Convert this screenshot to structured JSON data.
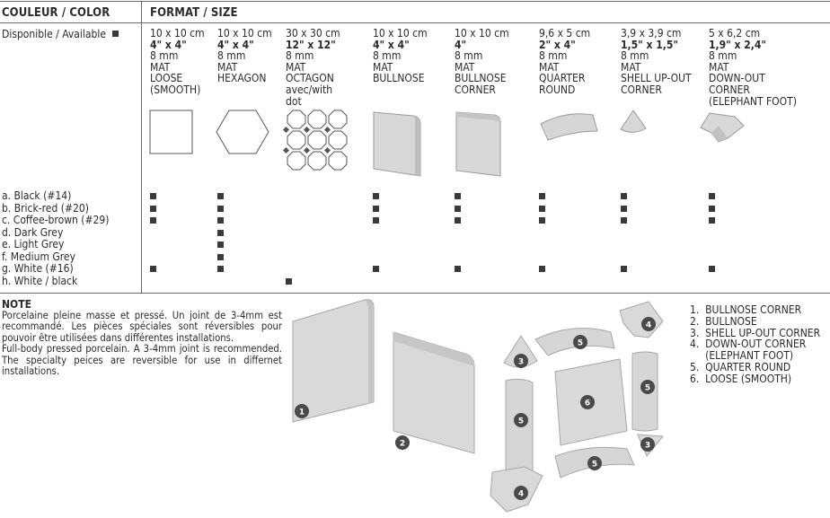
{
  "header": {
    "color_label": "COULEUR / COLOR",
    "format_label": "FORMAT / SIZE",
    "available_label": "Disponible / Available"
  },
  "formats": [
    {
      "size_cm": "10 x 10 cm",
      "size_in": "4\" x 4\"",
      "thickness": "8 mm",
      "finish": "MAT",
      "name_lines": [
        "LOOSE",
        "(SMOOTH)"
      ]
    },
    {
      "size_cm": "10 x 10 cm",
      "size_in": "4\" x 4\"",
      "thickness": "8 mm",
      "finish": "MAT",
      "name_lines": [
        "HEXAGON"
      ]
    },
    {
      "size_cm": "30 x 30 cm",
      "size_in": "12\" x 12\"",
      "thickness": "8 mm",
      "finish": "MAT",
      "name_lines": [
        "OCTAGON",
        "avec/with",
        "dot"
      ]
    },
    {
      "size_cm": "10 x 10 cm",
      "size_in": "4\" x 4\"",
      "thickness": "8 mm",
      "finish": "MAT",
      "name_lines": [
        "BULLNOSE"
      ]
    },
    {
      "size_cm": "10 x 10 cm",
      "size_in": "4\"",
      "thickness": "8 mm",
      "finish": "MAT",
      "name_lines": [
        "BULLNOSE",
        "CORNER"
      ]
    },
    {
      "size_cm": "9,6 x 5 cm",
      "size_in": "2\" x 4\"",
      "thickness": "8 mm",
      "finish": "MAT",
      "name_lines": [
        "QUARTER",
        "ROUND"
      ]
    },
    {
      "size_cm": "3,9 x 3,9 cm",
      "size_in": "1,5\" x 1,5\"",
      "thickness": "8 mm",
      "finish": "MAT",
      "name_lines": [
        "SHELL UP-OUT",
        "CORNER"
      ]
    },
    {
      "size_cm": "5 x 6,2 cm",
      "size_in": "1,9\" x 2,4\"",
      "thickness": "8 mm",
      "finish": "MAT",
      "name_lines": [
        "DOWN-OUT",
        "CORNER",
        "(ELEPHANT FOOT)"
      ]
    }
  ],
  "colors": [
    "a. Black (#14)",
    "b. Brick-red (#20)",
    "c. Coffee-brown (#29)",
    "d. Dark Grey",
    "e. Light Grey",
    "f.  Medium Grey",
    "g. White (#16)",
    "h. White / black"
  ],
  "availability": [
    [
      true,
      true,
      false,
      true,
      true,
      true,
      true,
      true
    ],
    [
      true,
      true,
      false,
      true,
      true,
      true,
      true,
      true
    ],
    [
      true,
      true,
      false,
      true,
      true,
      true,
      true,
      true
    ],
    [
      false,
      true,
      false,
      false,
      false,
      false,
      false,
      false
    ],
    [
      false,
      true,
      false,
      false,
      false,
      false,
      false,
      false
    ],
    [
      false,
      true,
      false,
      false,
      false,
      false,
      false,
      false
    ],
    [
      true,
      true,
      false,
      true,
      true,
      true,
      true,
      true
    ],
    [
      false,
      false,
      true,
      false,
      false,
      false,
      false,
      false
    ]
  ],
  "note": {
    "title": "NOTE",
    "french": "Porcelaine pleine masse et pressé. Un joint de 3-4mm est recommandé. Les pièces spéciales sont réversibles pour pouvoir être utilisées dans différentes installations.",
    "english": "Full-body pressed porcelain. A 3-4mm joint is recommended. The specialty peices are reversible for use in differnet installations."
  },
  "legend": [
    "1.  BULLNOSE CORNER",
    "2.  BULLNOSE",
    "3.  SHELL UP-OUT CORNER",
    "4.  DOWN-OUT CORNER",
    "     (ELEPHANT FOOT)",
    "5.  QUARTER ROUND",
    "6.  LOOSE (SMOOTH)"
  ],
  "badges": [
    "1",
    "2",
    "3",
    "4",
    "5",
    "6"
  ],
  "colors_hex": {
    "tile": "#d6d6d6",
    "tile_dark": "#b9b9b9",
    "badge": "#4a4a4a",
    "rule": "#6a6a6a"
  }
}
